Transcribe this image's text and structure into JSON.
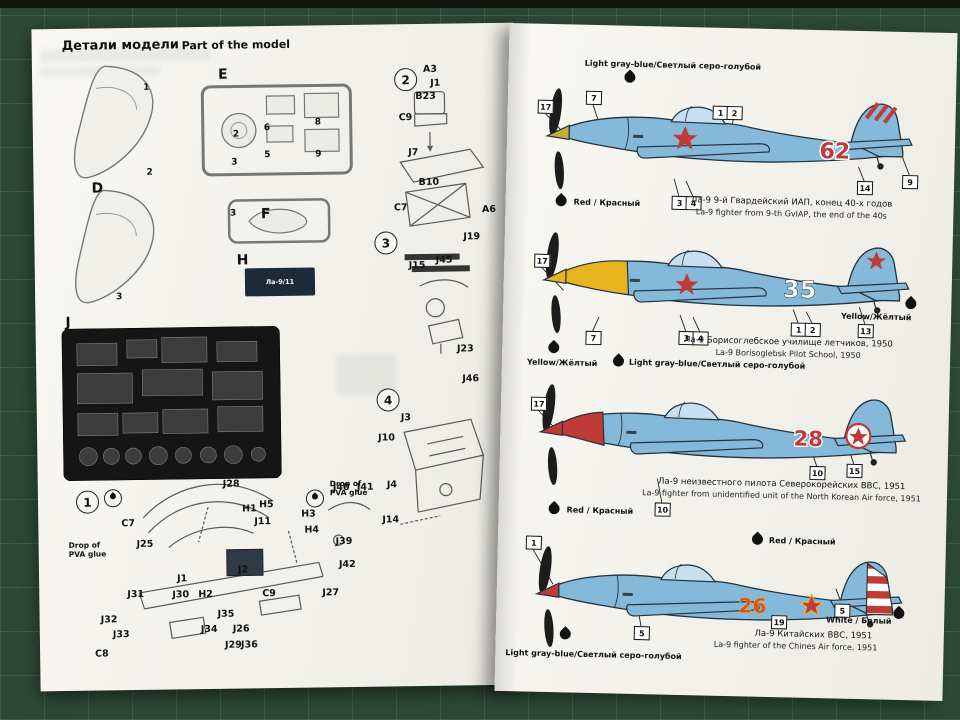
{
  "colors": {
    "airframe_blue": "#85b9d9",
    "marking_red": "#c03a36",
    "nose_yellow": "#e6b41e",
    "mat_green": "#2d4837"
  },
  "left": {
    "title_ru": "Детали модели",
    "title_en": "Part of the model",
    "sprues": {
      "d": "D",
      "e": "E",
      "f": "F",
      "h": "H",
      "j": "J"
    },
    "pe_tag": "Ла-9/11",
    "d_nums": [
      "1",
      "2",
      "3"
    ],
    "e_nums": [
      "2",
      "3",
      "6",
      "5",
      "8",
      "9"
    ],
    "f_num": "3",
    "steps": [
      "1",
      "2",
      "3",
      "4"
    ],
    "glue_note": "Drop of PVA glue",
    "step1_parts": [
      "J28",
      "H1",
      "H5",
      "J11",
      "H3",
      "H4",
      "J40",
      "J41",
      "C7",
      "J25",
      "J39",
      "J1",
      "J2",
      "J42",
      "J31",
      "J30",
      "H2",
      "C9",
      "J27",
      "J32",
      "J33",
      "J35",
      "J34",
      "J26",
      "J29",
      "J36",
      "C8"
    ],
    "step2_parts": [
      "A3",
      "J1",
      "B23",
      "C9",
      "J7",
      "B10",
      "C7",
      "A6"
    ],
    "step3_parts": [
      "J19",
      "J15",
      "J45",
      "J23"
    ],
    "step4_parts": [
      "J46",
      "J3",
      "J10",
      "J4",
      "J14"
    ]
  },
  "right": {
    "paint_labels": {
      "light_gray_blue": "Light gray-blue/Светлый серо-голубой",
      "red": "Red / Красный",
      "yellow": "Yellow/Жёлтый",
      "white": "White / Белый"
    },
    "schemes": [
      {
        "tail_number": "62",
        "callouts": [
          "17",
          "7",
          "1",
          "2",
          "3",
          "4",
          "14",
          "9"
        ],
        "caption_ru": "Ла-9 9-й Гвардейский ИАП, конец 40-х годов",
        "caption_en": "La-9 fighter from 9-th GvIAP, the end of the 40s"
      },
      {
        "tail_number": "35",
        "callouts": [
          "17",
          "7",
          "3",
          "4",
          "1",
          "2",
          "13"
        ],
        "caption_ru": "Ла-9 Борисоглебское училище летчиков, 1950",
        "caption_en": "La-9 Borisoglebsk Pilot School, 1950"
      },
      {
        "tail_number": "28",
        "callouts": [
          "17",
          "10",
          "15",
          "10"
        ],
        "caption_ru": "Ла-9 неизвестного пилота Северокорейских ВВС, 1951",
        "caption_en": "La-9 fighter from unidentified unit of the North Korean Air force, 1951"
      },
      {
        "tail_number": "26",
        "callouts": [
          "1",
          "5",
          "19",
          "5"
        ],
        "caption_ru": "Ла-9 Китайских ВВС, 1951",
        "caption_en": "La-9 fighter of the Chines Air force, 1951"
      }
    ]
  }
}
